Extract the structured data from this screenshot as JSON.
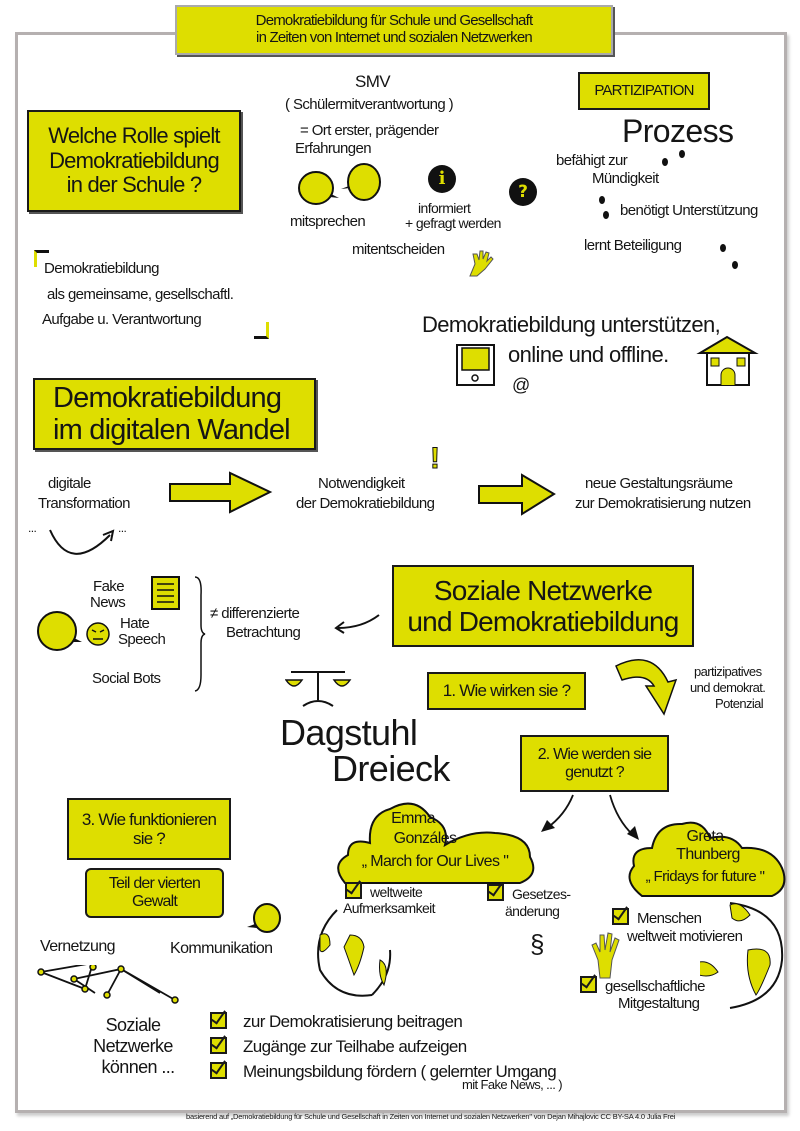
{
  "title": {
    "line1": "Demokratiebildung für Schule und Gesellschaft",
    "line2": "in Zeiten von Internet und sozialen Netzwerken"
  },
  "school": {
    "question": "Welche Rolle spielt Demokratiebildung in der Schule ?",
    "smv": "SMV",
    "smv_full": "( Schülermitverantwortung )",
    "smv_desc1": "= Ort erster, prägender",
    "smv_desc2": "Erfahrungen",
    "mitsprechen": "mitsprechen",
    "informiert": "informiert",
    "gefragt": "+ gefragt werden",
    "mitentscheiden": "mitentscheiden",
    "info_glyph": "i",
    "question_glyph": "?",
    "quote1": "Demokratiebildung",
    "quote2": "als gemeinsame, gesellschaftl.",
    "quote3": "Aufgabe u. Verantwortung"
  },
  "participation": {
    "label": "PARTIZIPATION",
    "process": "Prozess",
    "item1a": "befähigt zur",
    "item1b": "Mündigkeit",
    "item2": "benötigt Unterstützung",
    "item3": "lernt Beteiligung"
  },
  "support": {
    "line1": "Demokratiebildung unterstützen,",
    "line2": "online und offline.",
    "at": "@"
  },
  "digital": {
    "heading1": "Demokratiebildung",
    "heading2": "im digitalen Wandel",
    "step1a": "digitale",
    "step1b": "Transformation",
    "step2a": "Notwendigkeit",
    "step2b": "der Demokratiebildung",
    "exclaim": "!",
    "step3a": "neue Gestaltungsräume",
    "step3b": "zur Demokratisierung nutzen",
    "ellipsis_left": "...",
    "ellipsis_right": "..."
  },
  "risks": {
    "fake_news1": "Fake",
    "fake_news2": "News",
    "hate1": "Hate",
    "hate2": "Speech",
    "bots": "Social Bots",
    "diff1": "≠ differenzierte",
    "diff2": "Betrachtung"
  },
  "social": {
    "heading1": "Soziale Netzwerke",
    "heading2": "und Demokratiebildung",
    "dagstuhl1": "Dagstuhl",
    "dagstuhl2": "Dreieck",
    "q1": "1. Wie wirken sie ?",
    "potential1": "partizipatives",
    "potential2": "und demokrat.",
    "potential3": "Potenzial",
    "q2a": "2. Wie werden sie",
    "q2b": "genutzt ?",
    "q3a": "3. Wie funktionieren",
    "q3b": "sie ?",
    "gewalt1": "Teil der vierten",
    "gewalt2": "Gewalt",
    "vernetzung": "Vernetzung",
    "kommunikation": "Kommunikation"
  },
  "emma": {
    "name1": "Emma",
    "name2": "Gonzáles",
    "movement": "„ March for Our Lives \"",
    "check1a": "weltweite",
    "check1b": "Aufmerksamkeit",
    "check2a": "Gesetzes-",
    "check2b": "änderung",
    "paragraph": "§"
  },
  "greta": {
    "name1": "Greta",
    "name2": "Thunberg",
    "movement": "„ Fridays for future \"",
    "check1a": "Menschen",
    "check1b": "weltweit motivieren",
    "check2a": "gesellschaftliche",
    "check2b": "Mitgestaltung"
  },
  "can": {
    "label1": "Soziale",
    "label2": "Netzwerke",
    "label3": "können ...",
    "items": [
      "zur Demokratisierung beitragen",
      "Zugänge zur Teilhabe aufzeigen",
      "Meinungsbildung fördern ( gelernter Umgang"
    ],
    "items_tail": "mit Fake News, ... )"
  },
  "footer": "basierend auf „Demokratiebildung für Schule und Gesellschaft in Zeiten von Internet und sozialen Netzwerken\" von Dejan Mihajlovic   CC BY-SA 4.0   Julia Frei",
  "colors": {
    "accent": "#dede00",
    "ink": "#151515",
    "frame": "#b5b0b0"
  }
}
